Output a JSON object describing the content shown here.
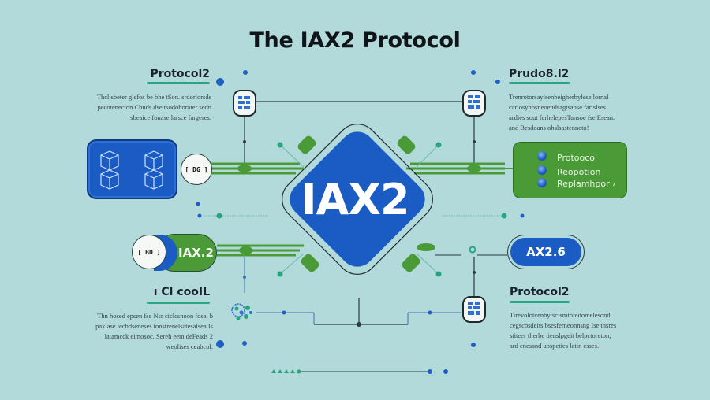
{
  "title": "The IAX2 Protocol",
  "center_node": {
    "label": "IAX2",
    "color": "#1a5bc4"
  },
  "blocks": [
    {
      "id": "top-left",
      "heading": "Protocol2",
      "text_lines": [
        "Thcl sbeter glefos be bhe tSon. srdorlorsds",
        "pecotenecton Cbnds dse tsodohorater sedn",
        "sbeaice fonase larsce fargeres."
      ]
    },
    {
      "id": "top-right",
      "heading": "Prudo8.l2",
      "text_lines": [
        "Trenrotorsaylsenbeigherbylese lornal",
        "carlosyhosneoendsagtsanse farlslses",
        "ardies sout ferhelepesTansoe fse Esean,",
        "and Besdoans ohslsastenneto!"
      ]
    },
    {
      "id": "bottom-left",
      "heading": "ı Cl cooIL",
      "text_lines": [
        "Thn hosed epsen fse Nsr ciclcsnoon fosa. b",
        "paxlase lechdseneses tonstrenelsatesalsea Is",
        "latamcck eimosoc, Sereh eem deFeads 2",
        "weolises ceabcol."
      ]
    },
    {
      "id": "bottom-right",
      "heading": "Protocol2",
      "text_lines": [
        "Tirevolotcenby:scismtofedomelesond",
        "cegscbsdeits bsesferneonnsng Ise thsres",
        "stiteer therbe tienslpgeit belpctoreton,",
        "ard enesand ubspeties latin esses."
      ]
    }
  ],
  "left_box": {
    "badge_text": "[ DG ]",
    "color": "#1a5bc4"
  },
  "right_box": {
    "color": "#4a9a37",
    "items": [
      "Protoocol",
      "Reopotion",
      "Replamhpor ›"
    ]
  },
  "left_pill": {
    "label": "IAX.2",
    "badge_text": "[ BD ]"
  },
  "right_pill": {
    "label": "AX2.6"
  },
  "colors": {
    "background": "#b2dada",
    "blue": "#1a5bc4",
    "green": "#4a9a37",
    "teal": "#25a47e",
    "heading": "#17222b"
  }
}
